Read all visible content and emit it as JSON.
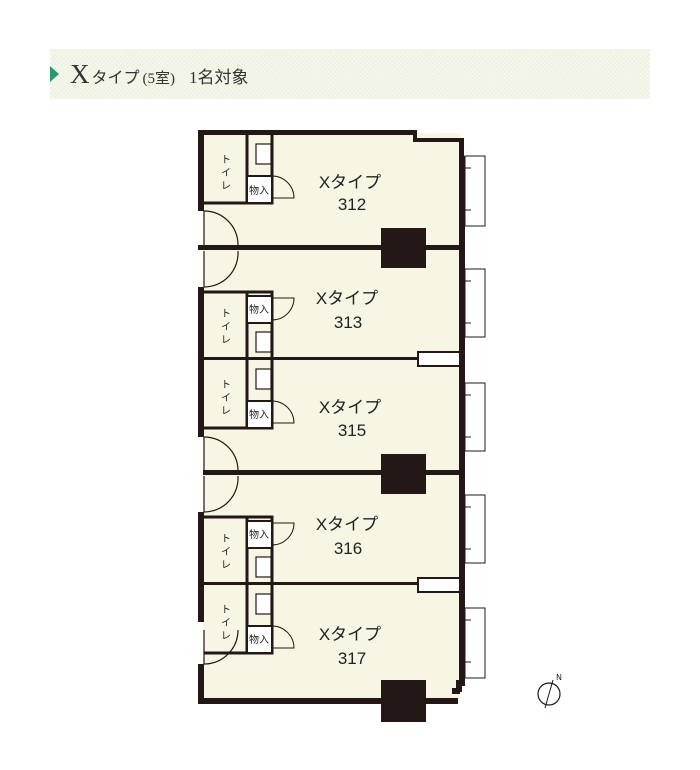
{
  "header": {
    "type_letter": "X",
    "type_word": "タイプ",
    "room_count": "(5室)",
    "target": "1名対象"
  },
  "floorplan": {
    "rooms": [
      {
        "type": "Xタイプ",
        "number": "312",
        "storage": "物入",
        "toilet_top": "ト",
        "toilet_mid": "イ",
        "toilet_bot": "レ"
      },
      {
        "type": "Xタイプ",
        "number": "313",
        "storage": "物入",
        "toilet_top": "ト",
        "toilet_mid": "イ",
        "toilet_bot": "レ"
      },
      {
        "type": "Xタイプ",
        "number": "315",
        "storage": "物入",
        "toilet_top": "ト",
        "toilet_mid": "イ",
        "toilet_bot": "レ"
      },
      {
        "type": "Xタイプ",
        "number": "316",
        "storage": "物入",
        "toilet_top": "ト",
        "toilet_mid": "イ",
        "toilet_bot": "レ"
      },
      {
        "type": "Xタイプ",
        "number": "317",
        "storage": "物入",
        "toilet_top": "ト",
        "toilet_mid": "イ",
        "toilet_bot": "レ"
      }
    ]
  },
  "compass": {
    "label": "N"
  },
  "colors": {
    "floor": "#f7f5e3",
    "wall": "#231815",
    "accent": "#2a9a6f"
  }
}
